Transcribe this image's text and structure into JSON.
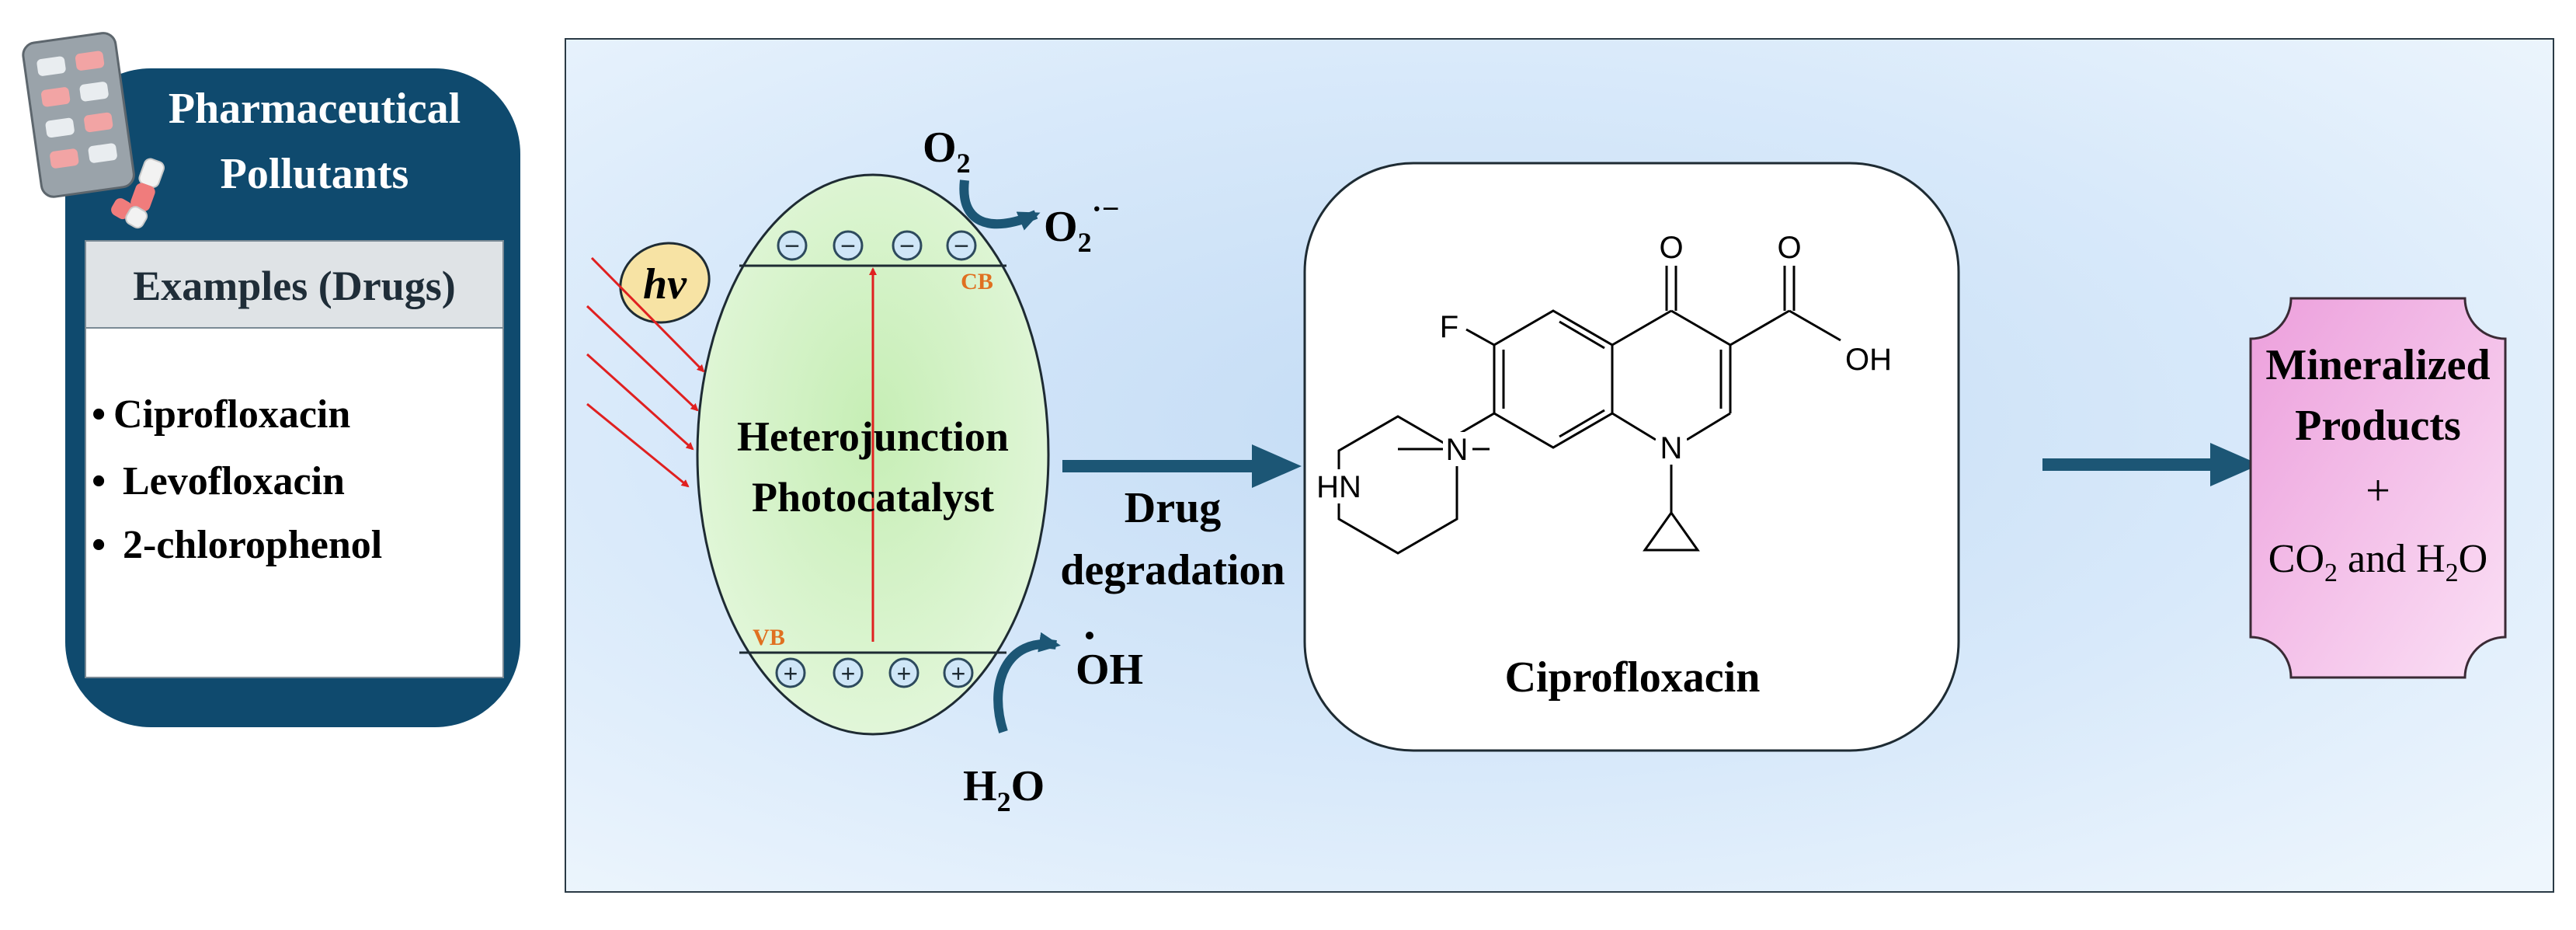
{
  "pollutants": {
    "title_line1": "Pharmaceutical",
    "title_line2": "Pollutants",
    "examples_header": "Examples (Drugs)",
    "drugs": [
      "Ciprofloxacin",
      "Levofloxacin",
      "2-chlorophenol"
    ]
  },
  "catalyst": {
    "label_line1": "Heterojunction",
    "label_line2": "Photocatalyst",
    "hv": "hν",
    "cb": "CB",
    "vb": "VB",
    "minus": "−",
    "plus": "+"
  },
  "reactions": {
    "o2": "O",
    "o2_sub": "2",
    "superoxide": "O",
    "superoxide_sub": "2",
    "superoxide_sup": "·−",
    "oh": "OH",
    "h2o_h": "H",
    "h2o_sub": "2",
    "h2o_o": "O"
  },
  "arrow_label": {
    "line1": "Drug",
    "line2": "degradation"
  },
  "molecule": {
    "name": "Ciprofloxacin",
    "atom_o": "O",
    "atom_f": "F",
    "atom_oh": "OH",
    "atom_n": "N",
    "atom_hn": "HN"
  },
  "products": {
    "line1": "Mineralized",
    "line2": "Products",
    "plus": "+",
    "co2": "CO",
    "co2_sub": "2",
    "and": " and H",
    "h2o_sub": "2",
    "h2o_o": "O"
  },
  "colors": {
    "navy": "#0f4a6e",
    "arrow": "#1c5675",
    "panel_light": "#eaf4fd",
    "panel_mid": "#c4dcf5",
    "catalyst_fill": "#d9f3cf",
    "hv_fill": "#f7e3a4",
    "band_label": "#e07020",
    "ray": "#e02020",
    "product_fill": "#f3b6e6"
  }
}
